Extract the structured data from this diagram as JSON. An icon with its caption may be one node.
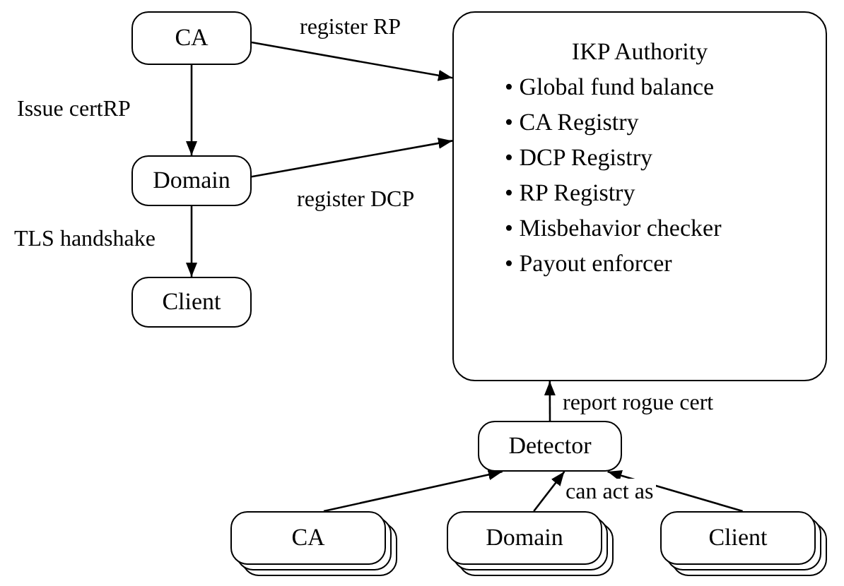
{
  "diagram": {
    "nodes": [
      {
        "text": [
          "CA"
        ]
      },
      {
        "text": [
          "Domain"
        ]
      },
      {
        "text": [
          "Client"
        ]
      },
      {
        "text": [
          "IKP Authority",
          "• Global fund balance",
          "• CA Registry",
          "• DCP Registry",
          "• RP Registry",
          "• Misbehavior checker",
          "• Payout enforcer"
        ]
      },
      {
        "text": [
          "Detector"
        ]
      },
      {
        "text": [
          "CA"
        ]
      },
      {
        "text": [
          "Domain"
        ]
      },
      {
        "text": [
          "Client"
        ]
      }
    ],
    "edges": [
      {
        "from": 0,
        "to": 3,
        "arrow": "to",
        "label": "register RP"
      },
      {
        "from": 0,
        "to": 1,
        "arrow": "to",
        "label": "Issue certRP"
      },
      {
        "from": 1,
        "to": 3,
        "arrow": "to",
        "label": "register DCP"
      },
      {
        "from": 1,
        "to": 2,
        "arrow": "to",
        "label": "TLS handshake"
      },
      {
        "from": 4,
        "to": 3,
        "arrow": "to",
        "label": "report rogue cert"
      },
      {
        "from": 5,
        "to": 4,
        "arrow": "to"
      },
      {
        "from": 6,
        "to": 4,
        "arrow": "to",
        "label": "can act as"
      },
      {
        "from": 7,
        "to": 4,
        "arrow": "to"
      }
    ]
  }
}
